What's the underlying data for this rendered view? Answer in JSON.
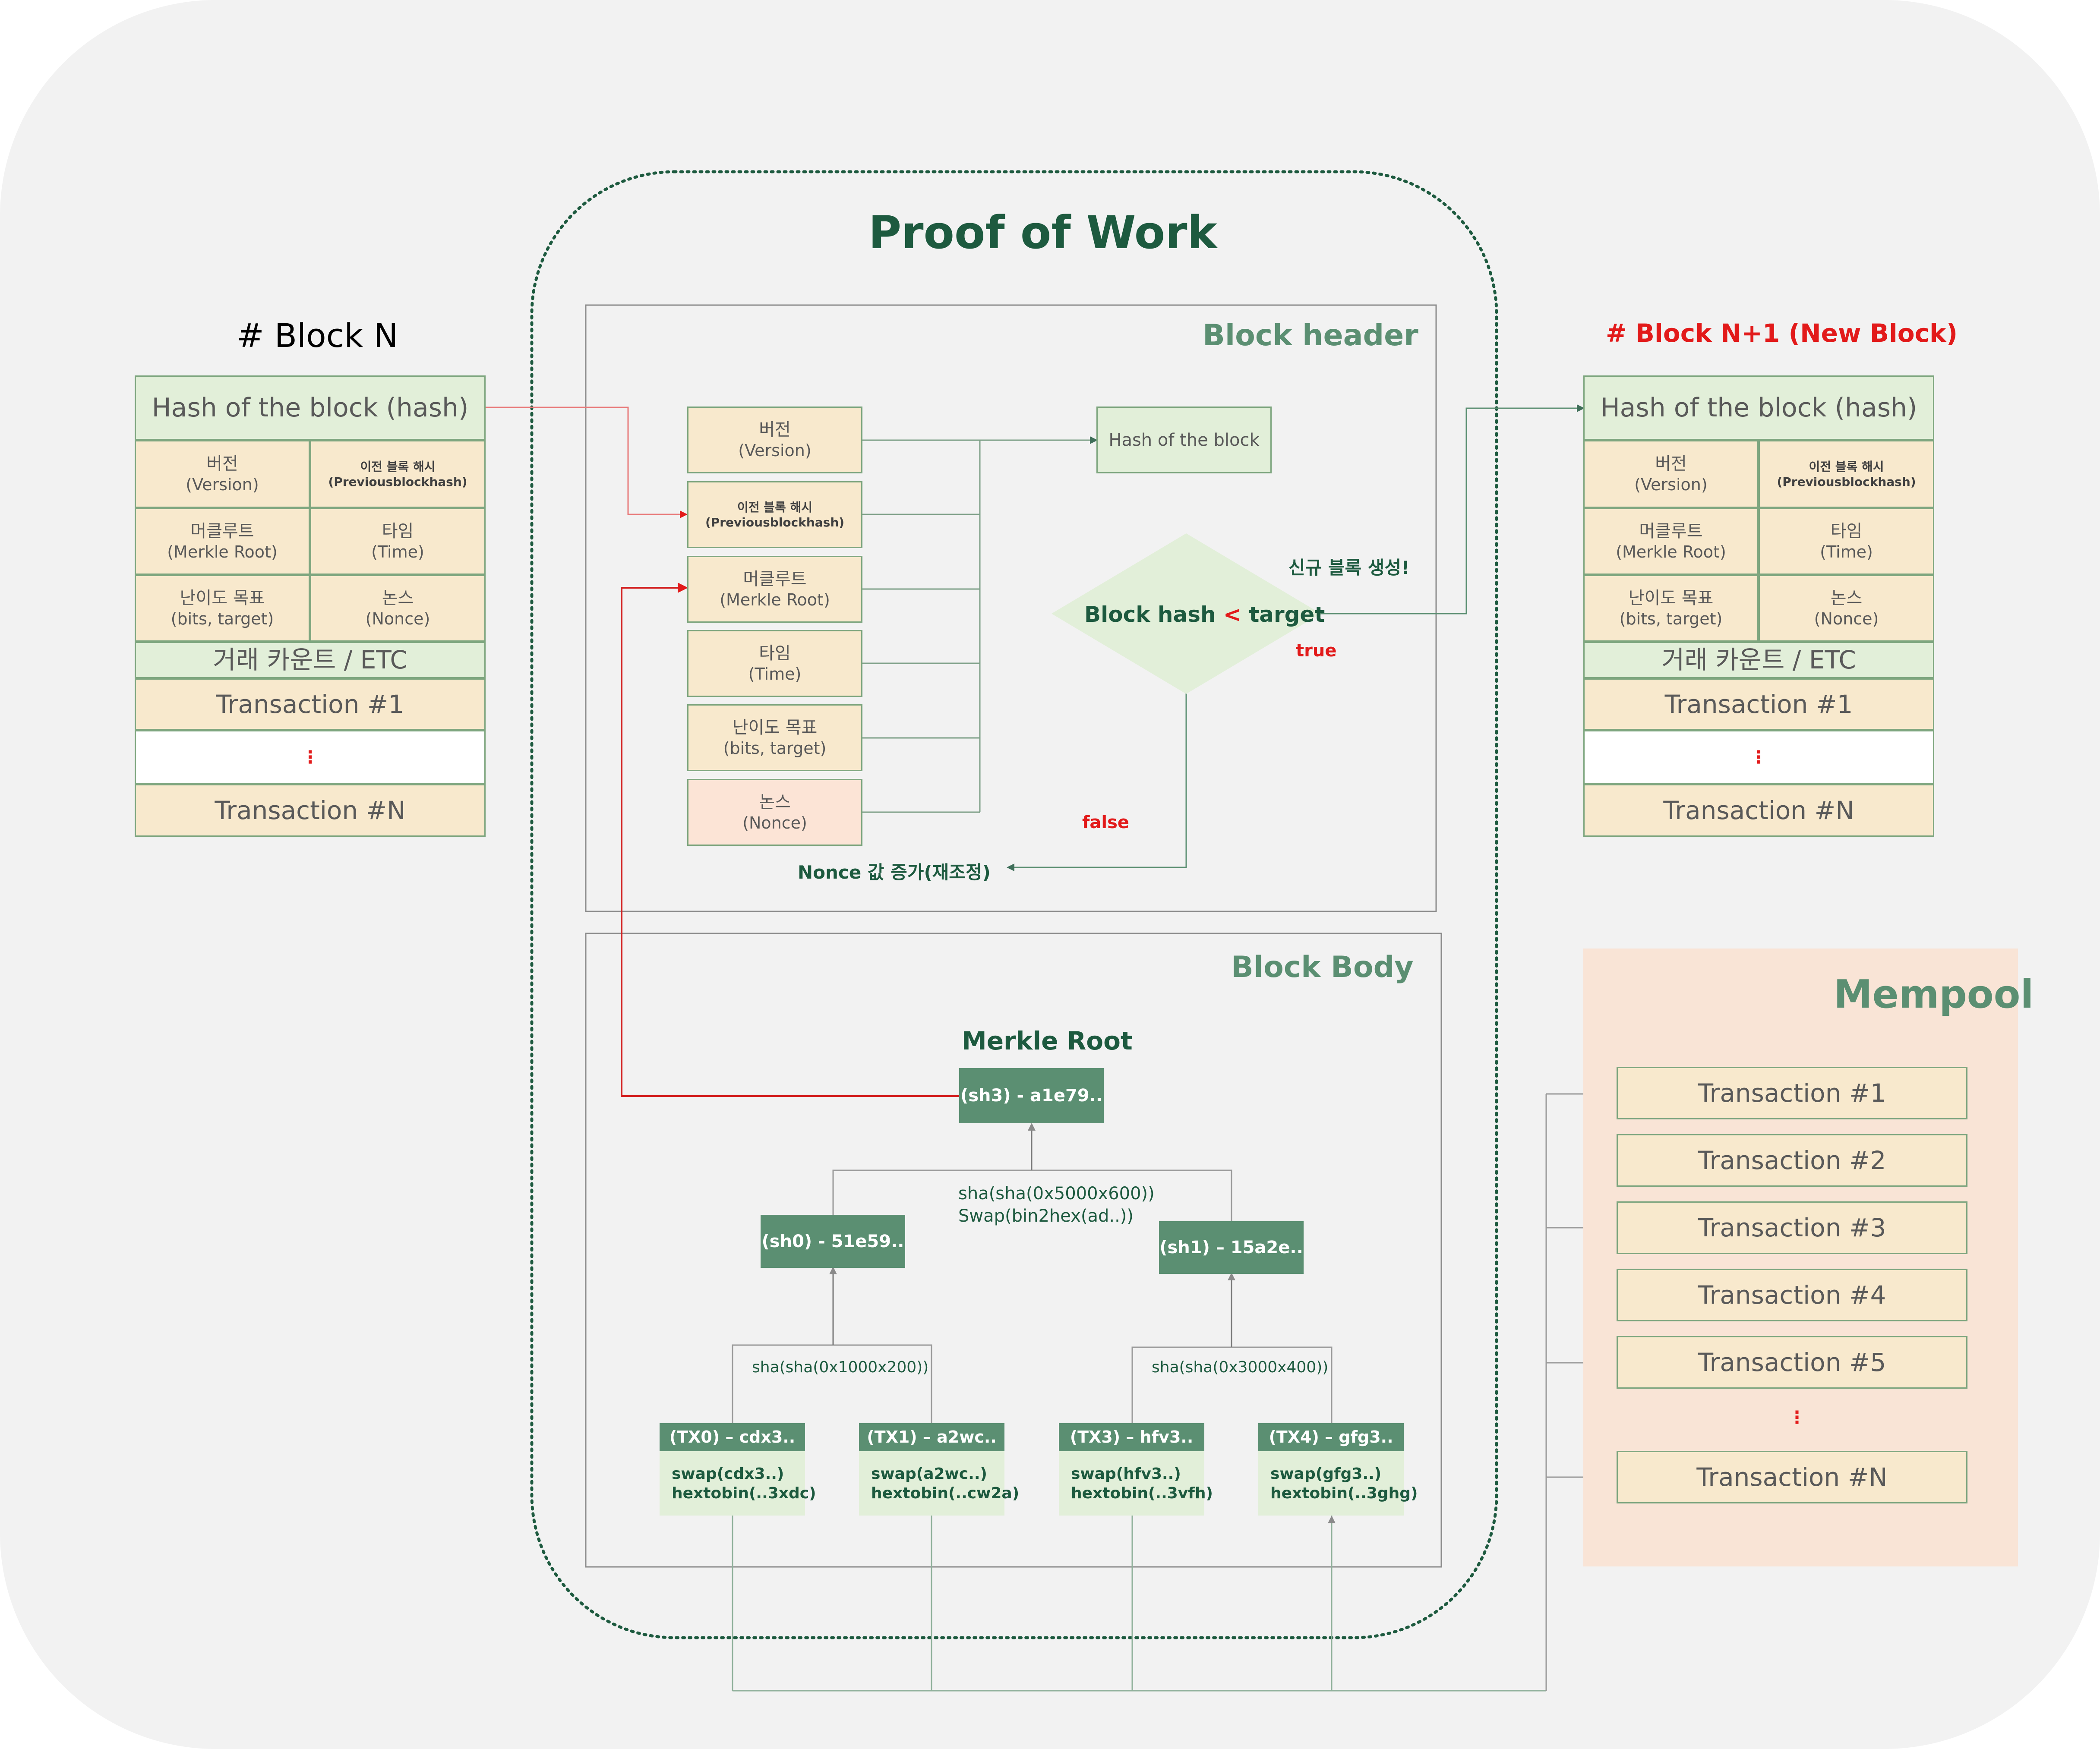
{
  "title": "Proof of Work",
  "block_n": {
    "title": "# Block N",
    "hash": "Hash of the block (hash)",
    "version_ko": "버전",
    "version_en": "(Version)",
    "prev_ko": "이전 블록 해시",
    "prev_en": "(Previousblockhash)",
    "merkle_ko": "머클루트",
    "merkle_en": "(Merkle Root)",
    "time_ko": "타임",
    "time_en": "(Time)",
    "bits_ko": "난이도 목표",
    "bits_en": "(bits, target)",
    "nonce_ko": "논스",
    "nonce_en": "(Nonce)",
    "count": "거래 카운트 / ETC",
    "tx1": "Transaction #1",
    "ellipsis": "⋮",
    "txn": "Transaction #N"
  },
  "block_n1": {
    "title": "# Block N+1 (New Block)",
    "hash": "Hash of the block (hash)",
    "version_ko": "버전",
    "version_en": "(Version)",
    "prev_ko": "이전 블록 해시",
    "prev_en": "(Previousblockhash)",
    "merkle_ko": "머클루트",
    "merkle_en": "(Merkle Root)",
    "time_ko": "타임",
    "time_en": "(Time)",
    "bits_ko": "난이도 목표",
    "bits_en": "(bits, target)",
    "nonce_ko": "논스",
    "nonce_en": "(Nonce)",
    "count": "거래 카운트 / ETC",
    "tx1": "Transaction #1",
    "ellipsis": "⋮",
    "txn": "Transaction #N"
  },
  "header": {
    "title": "Block header",
    "fields": [
      {
        "ko": "버전",
        "en": "(Version)"
      },
      {
        "ko": "이전 블록 해시",
        "en": "(Previousblockhash)"
      },
      {
        "ko": "머클루트",
        "en": "(Merkle Root)"
      },
      {
        "ko": "타임",
        "en": "(Time)"
      },
      {
        "ko": "난이도 목표",
        "en": "(bits, target)"
      },
      {
        "ko": "논스",
        "en": "(Nonce)"
      }
    ],
    "hash_box": "Hash of the block",
    "decision_pre": "Block hash ",
    "decision_op": "<",
    "decision_post": " target",
    "new_block": "신규 블록 생성!",
    "true_label": "true",
    "false_label": "false",
    "nonce_inc": "Nonce 값 증가(재조정)"
  },
  "body": {
    "title": "Block Body",
    "merkle_title": "Merkle Root",
    "sh3": "(sh3) - a1e79..",
    "sh3_formula_1": "sha(sha(0x5000x600))",
    "sh3_formula_2": "Swap(bin2hex(ad..))",
    "sh0": "(sh0) - 51e59..",
    "sh1": "(sh1) – 15a2e..",
    "sh0_formula": "sha(sha(0x1000x200))",
    "sh1_formula": "sha(sha(0x3000x400))",
    "leaves": [
      {
        "id": "(TX0) – cdx3..",
        "l1": "swap(cdx3..)",
        "l2": "hextobin(..3xdc)"
      },
      {
        "id": "(TX1) – a2wc..",
        "l1": "swap(a2wc..)",
        "l2": "hextobin(..cw2a)"
      },
      {
        "id": "(TX3) – hfv3..",
        "l1": "swap(hfv3..)",
        "l2": "hextobin(..3vfh)"
      },
      {
        "id": "(TX4) – gfg3..",
        "l1": "swap(gfg3..)",
        "l2": "hextobin(..3ghg)"
      }
    ]
  },
  "mempool": {
    "title": "Mempool",
    "items": [
      "Transaction #1",
      "Transaction #2",
      "Transaction #3",
      "Transaction #4",
      "Transaction #5"
    ],
    "ellipsis": "⋮",
    "last": "Transaction #N"
  },
  "colors": {
    "accent_green": "#1d5a3f",
    "red": "#e21a1a",
    "cell_yellow": "#f8e9cd",
    "cell_green": "#e2efd9",
    "mempool_bg": "#f9e4d6"
  }
}
